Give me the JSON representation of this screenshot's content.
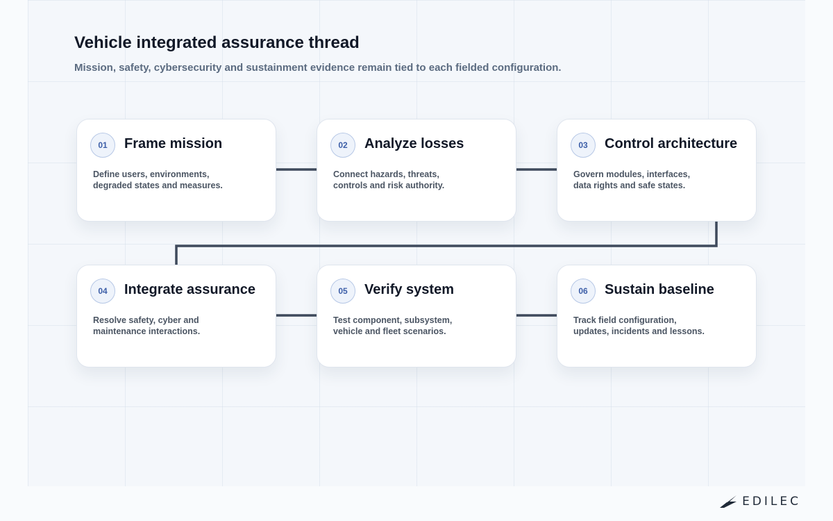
{
  "header": {
    "title": "Vehicle integrated assurance thread",
    "subtitle": "Mission, safety, cybersecurity and sustainment evidence remain tied to each fielded configuration."
  },
  "steps": [
    {
      "number": "01",
      "title": "Frame mission",
      "desc_line1": "Define users, environments,",
      "desc_line2": "degraded states and measures."
    },
    {
      "number": "02",
      "title": "Analyze losses",
      "desc_line1": "Connect hazards, threats,",
      "desc_line2": "controls and risk authority."
    },
    {
      "number": "03",
      "title": "Control architecture",
      "desc_line1": "Govern modules, interfaces,",
      "desc_line2": "data rights and safe states."
    },
    {
      "number": "04",
      "title": "Integrate assurance",
      "desc_line1": "Resolve safety, cyber and",
      "desc_line2": "maintenance interactions."
    },
    {
      "number": "05",
      "title": "Verify system",
      "desc_line1": "Test component, subsystem,",
      "desc_line2": "vehicle and fleet scenarios."
    },
    {
      "number": "06",
      "title": "Sustain baseline",
      "desc_line1": "Track field configuration,",
      "desc_line2": "updates, incidents and lessons."
    }
  ],
  "brand": {
    "name": "EDILEC",
    "logo_icon": "edilec-logo-icon"
  },
  "colors": {
    "connector": "#3f4a5c",
    "badge_text": "#3d5fa8"
  }
}
